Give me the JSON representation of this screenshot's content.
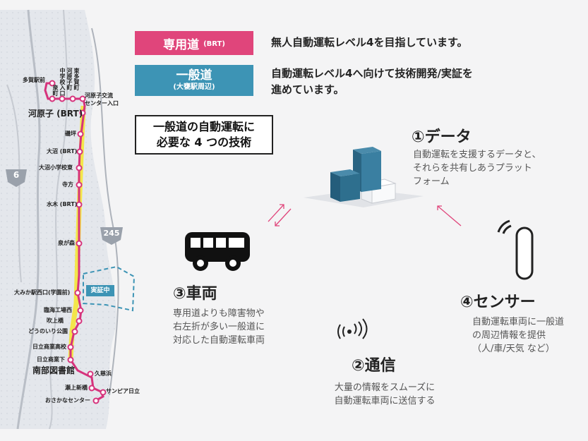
{
  "legend": {
    "brt": {
      "label": "専用道",
      "sub": "(BRT)",
      "description": "無人自動運転レベル4を目指しています。",
      "color": "#e0457b"
    },
    "general": {
      "label": "一般道",
      "sub": "(大甕駅周辺)",
      "description_line1": "自動運転レベル4へ向けて技術開発/実証を",
      "description_line2": "進めています。",
      "color": "#3d94b5"
    }
  },
  "title_box": {
    "line1": "一般道の自動運転に",
    "line2": "必要な 4 つの技術"
  },
  "map": {
    "stations": {
      "taga": "多賀駅前",
      "kawarago_brt": "河原子 (BRT)",
      "kawarago_center": "河原子交流",
      "kawarago_center2": "センター入口",
      "isohara": "磯坪",
      "onuma_brt": "大沼 (BRT)",
      "onuma_school": "大沼小学校東",
      "terakata": "寺方",
      "mizuki_brt": "水木 (BRT)",
      "izumigamori": "泉が森",
      "omika_west": "大みか駅西口(学園前)",
      "rinkai": "臨海工場西",
      "fukiage": "吹上橋",
      "dounoiri": "どうのいり公園",
      "hitachi_commerce_hs": "日立商業高校",
      "hitachi_commerce_shita": "日立商業下",
      "nanbu_library": "南部図書館",
      "kujihama": "久慈浜",
      "segami": "瀬上新橋",
      "sunpia": "サンピア日立",
      "osakana": "おさかなセンター"
    },
    "vertical_labels": [
      "中学校入口",
      "河原子町",
      "泉町",
      "東多賀町"
    ],
    "route_signs": {
      "r6": "6",
      "r245": "245"
    },
    "demo_area": "実証中",
    "brt_color": "#d6337c",
    "general_road_color": "#f3e64a"
  },
  "pillars": {
    "data": {
      "title": "①データ",
      "line1": "自動運転を支援するデータと、",
      "line2": "それらを共有しあうプラット",
      "line3": "フォーム"
    },
    "comm": {
      "title": "②通信",
      "line1": "大量の情報をスムーズに",
      "line2": "自動運転車両に送信する"
    },
    "vehicle": {
      "title": "③車両",
      "line1": "専用道よりも障害物や",
      "line2": "右左折が多い一般道に",
      "line3": "対応した自動運転車両"
    },
    "sensor": {
      "title": "④センサー",
      "line1": "自動運転車両に一般道",
      "line2": "の周辺情報を提供",
      "line3": "（人/車/天気 など）"
    }
  },
  "accent_color": "#e0457b",
  "cube_color": "#2e6f8e"
}
